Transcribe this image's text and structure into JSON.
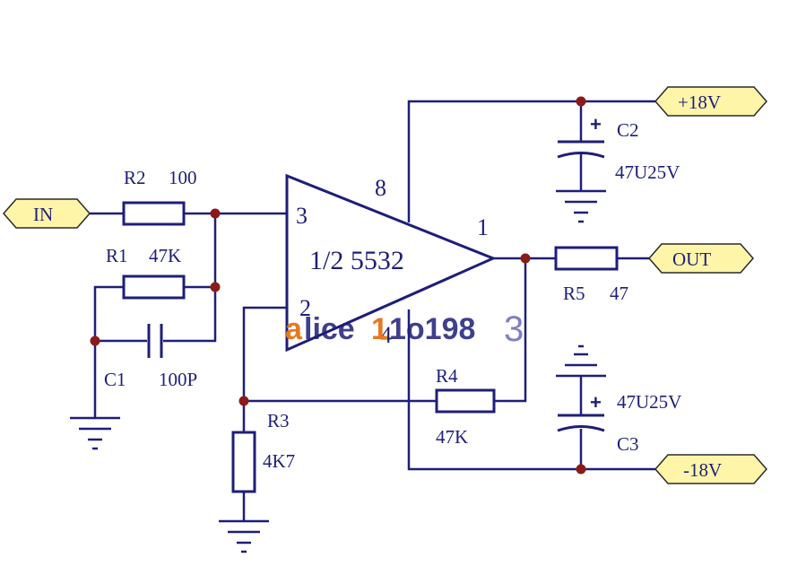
{
  "ports": {
    "in": "IN",
    "out": "OUT",
    "vpos": "+18V",
    "vneg": "-18V"
  },
  "opamp": {
    "label": "1/2 5532",
    "pin_in_pos": "3",
    "pin_in_neg": "2",
    "pin_vcc": "8",
    "pin_vee": "4",
    "pin_out": "1"
  },
  "components": {
    "r1_name": "R1",
    "r1_value": "47K",
    "r2_name": "R2",
    "r2_value": "100",
    "r3_name": "R3",
    "r3_value": "4K7",
    "r4_name": "R4",
    "r4_value": "47K",
    "r5_name": "R5",
    "r5_value": "47",
    "c1_name": "C1",
    "c1_value": "100P",
    "c2_name": "C2",
    "c2_value": "47U25V",
    "c3_name": "C3",
    "c3_value": "47U25V",
    "polarity": "+"
  },
  "watermark": {
    "a": "a",
    "lice": "lice",
    "one": "1",
    "lo198": "1o198",
    "three": "3"
  },
  "colors": {
    "wire": "#1e1e7a",
    "junction": "#8b1a1a",
    "port_fill": "#fff5a8"
  }
}
